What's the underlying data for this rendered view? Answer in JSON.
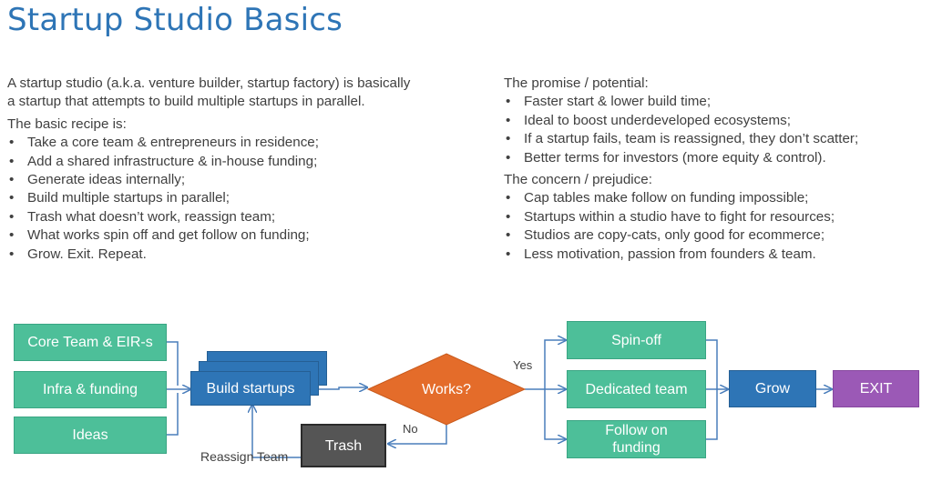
{
  "title": "Startup Studio Basics",
  "left": {
    "intro": "A startup studio (a.k.a. venture builder, startup factory) is basically a startup that attempts to build multiple startups in parallel.",
    "recipe_heading": "The basic recipe is:",
    "recipe": [
      "Take a core team & entrepreneurs  in residence;",
      "Add a shared infrastructure & in-house funding;",
      "Generate ideas internally;",
      "Build multiple startups in parallel;",
      "Trash what doesn’t work, reassign team;",
      "What works spin off and get follow on funding;",
      "Grow. Exit. Repeat."
    ]
  },
  "right": {
    "promise_heading": "The promise / potential:",
    "promise": [
      "Faster start & lower build time;",
      "Ideal to boost underdeveloped ecosystems;",
      "If a startup fails, team is reassigned,  they don’t scatter;",
      "Better terms for investors (more equity & control)."
    ],
    "concern_heading": "The concern / prejudice:",
    "concern": [
      "Cap tables make follow on funding impossible;",
      "Startups within a studio have to fight for resources;",
      "Studios are copy-cats, only good for ecommerce;",
      "Less motivation, passion from founders & team."
    ]
  },
  "diagram": {
    "core_team": "Core Team & EIR-s",
    "infra": "Infra & funding",
    "ideas": "Ideas",
    "build": "Build startups",
    "works": "Works?",
    "yes": "Yes",
    "no": "No",
    "trash": "Trash",
    "reassign": "Reassign Team",
    "spinoff": "Spin-off",
    "dedicated": "Dedicated team",
    "follow": "Follow on funding",
    "grow": "Grow",
    "exit": "EXIT"
  },
  "colors": {
    "title": "#2e75b6",
    "green": "#4dbf99",
    "blue": "#2e75b6",
    "orange": "#e46c2a",
    "trash": "#555555",
    "exit": "#9b59b6",
    "arrow": "#4a7ebb"
  }
}
